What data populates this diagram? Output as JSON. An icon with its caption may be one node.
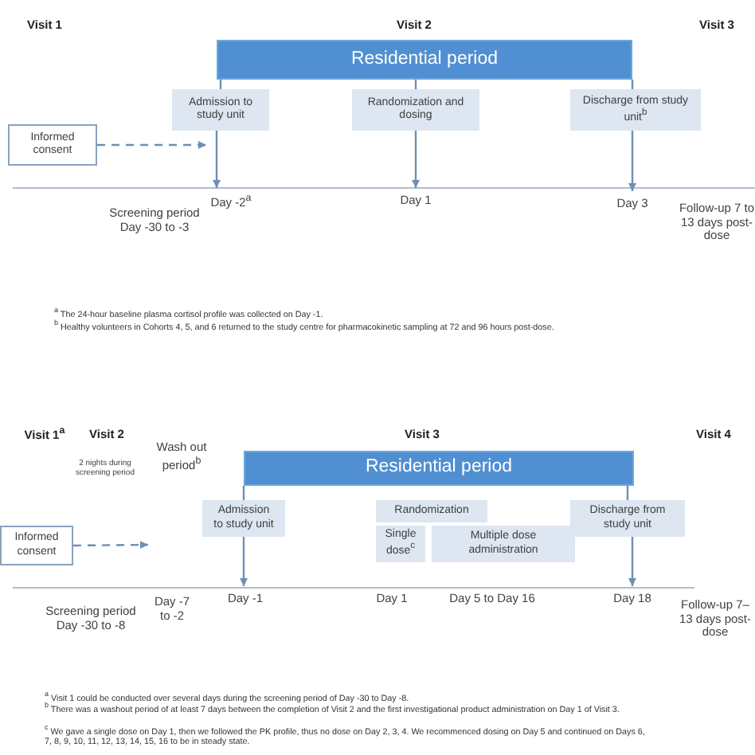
{
  "diagram": {
    "nodes": [
      {
        "text": [
          "Residential period"
        ]
      },
      {
        "text": [
          "Admission to study unit"
        ]
      },
      {
        "text": [
          "Randomization and dosing"
        ]
      },
      {
        "text": [
          "Discharge from study unit$^{b}$"
        ]
      },
      {
        "text": [
          "Informed consent"
        ]
      },
      {
        "text": [
          "Day -2$^{a}$"
        ]
      },
      {
        "text": [
          "Day 1"
        ]
      },
      {
        "text": [
          "Day 3"
        ]
      },
      {
        "text": [
          "Residential period"
        ]
      },
      {
        "text": [
          "Admission to study unit"
        ]
      },
      {
        "text": [
          "Randomization"
        ]
      },
      {
        "text": [
          "Single dose$^{c}$"
        ]
      },
      {
        "text": [
          "Multiple dose administration"
        ]
      },
      {
        "text": [
          "Discharge from study unit"
        ]
      },
      {
        "text": [
          "Informed consent"
        ]
      },
      {
        "text": [
          "Day -1"
        ]
      },
      {
        "text": [
          "Day 18"
        ]
      }
    ],
    "edges": [
      {
        "from": 4,
        "to": 1,
        "arrow": "to",
        "style": "dashed"
      },
      {
        "from": 0,
        "to": 1,
        "arrow": "none"
      },
      {
        "from": 1,
        "to": 5,
        "arrow": "to"
      },
      {
        "from": 0,
        "to": 2,
        "arrow": "none"
      },
      {
        "from": 2,
        "to": 6,
        "arrow": "to"
      },
      {
        "from": 0,
        "to": 3,
        "arrow": "none"
      },
      {
        "from": 3,
        "to": 7,
        "arrow": "to"
      },
      {
        "from": 14,
        "to": null,
        "arrow": "to",
        "style": "dashed"
      },
      {
        "from": 8,
        "to": 9,
        "arrow": "none"
      },
      {
        "from": 9,
        "to": 15,
        "arrow": "to"
      },
      {
        "from": 8,
        "to": 13,
        "arrow": "none"
      },
      {
        "from": 13,
        "to": 16,
        "arrow": "to"
      }
    ],
    "labels": [
      "Visit 1",
      "Visit 2",
      "Visit 3",
      "Screening period Day -30 to -3",
      "Follow-up 7 to 13 days post-dose",
      "$^{a}$ The 24-hour baseline plasma cortisol profile was collected on Day -1.",
      "$^{b}$ Healthy volunteers in Cohorts 4, 5, and 6 returned to the study centre for pharmacokinetic sampling at 72 and 96 hours post-dose.",
      "Visit 1$^{a}$",
      "Visit 2",
      "2 nights during screening period",
      "Wash out period$^{b}$",
      "Visit 3",
      "Visit 4",
      "Screening period Day -30 to -8",
      "Day -7 to -2",
      "Day 1",
      "Day 5 to Day 16",
      "Follow-up 7–13 days post-dose",
      "$^{a}$ Visit 1 could be conducted over several days during the screening period of Day -30 to Day -8.",
      "$^{b}$ There was a washout period of at least 7 days between the completion of Visit 2 and the first investigational product administration on Day 1 of Visit 3.",
      "$^{c}$ We gave a single dose on Day 1, then we followed the PK profile, thus no dose on Day 2, 3, 4. We recommenced dosing on Day 5 and continued on Days 6, 7, 8, 9, 10, 11, 12, 13, 14, 15, 16 to be in steady state."
    ]
  }
}
